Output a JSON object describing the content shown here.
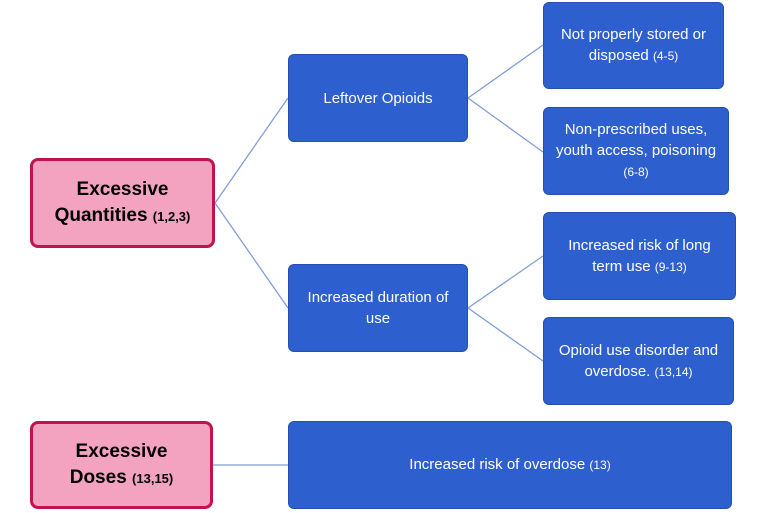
{
  "colors": {
    "blue_box": "#2d5fce",
    "pink_box": "#f3a3c0",
    "pink_border": "#c0134f",
    "connector": "#7f9ed8"
  },
  "excessive_quantities": {
    "label": "Excessive Quantities",
    "refs": "(1,2,3)"
  },
  "excessive_doses": {
    "label": "Excessive Doses",
    "refs": "(13,15)"
  },
  "leftover_opioids": {
    "label": "Leftover Opioids"
  },
  "increased_duration": {
    "label": "Increased duration of use"
  },
  "not_stored": {
    "label": "Not properly stored or disposed",
    "refs": "(4-5)"
  },
  "non_prescribed": {
    "label": "Non-prescribed uses, youth access, poisoning",
    "refs": "(6-8)"
  },
  "long_term_use": {
    "label": "Increased risk of long term use",
    "refs": "(9-13)"
  },
  "use_disorder": {
    "label": "Opioid use disorder and overdose.",
    "refs": "(13,14)"
  },
  "overdose_risk": {
    "label": "Increased risk of overdose",
    "refs": "(13)"
  }
}
